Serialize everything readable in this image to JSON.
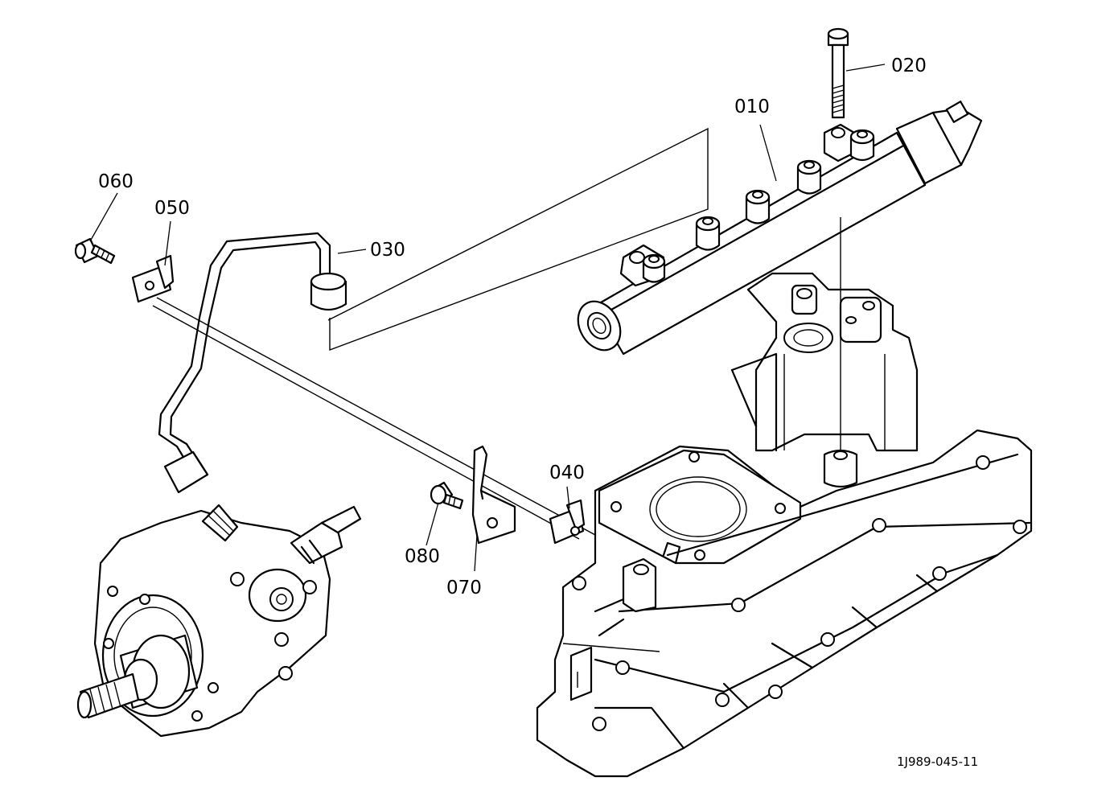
{
  "diagram": {
    "callouts": {
      "part_010": "010",
      "part_020": "020",
      "part_030": "030",
      "part_040": "040",
      "part_050": "050",
      "part_060": "060",
      "part_070": "070",
      "part_080": "080"
    },
    "drawing_code": "1J989-045-11",
    "line_color": "#000000",
    "background_color": "#ffffff"
  }
}
